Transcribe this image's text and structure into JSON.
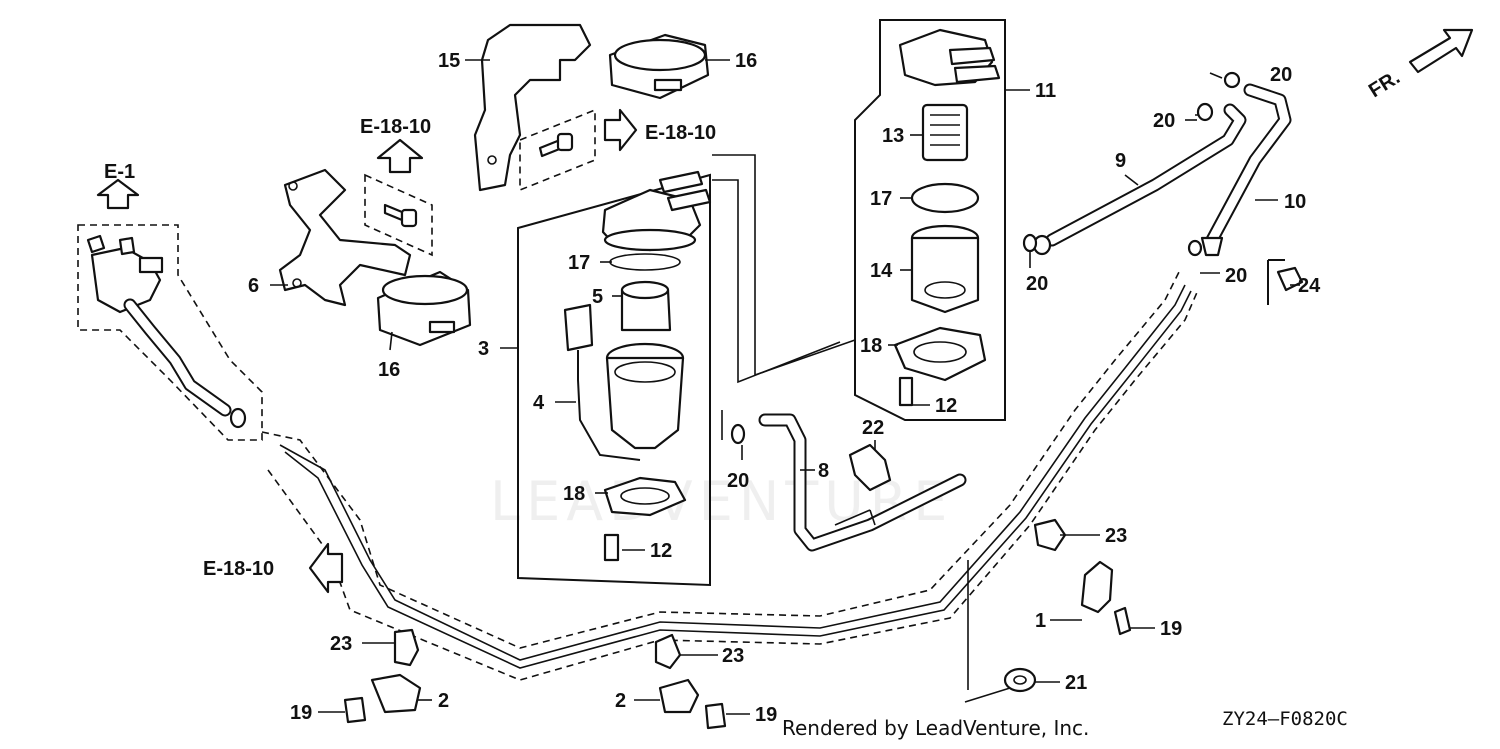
{
  "diagram": {
    "parts": [
      {
        "num": "1"
      },
      {
        "num": "2"
      },
      {
        "num": "2"
      },
      {
        "num": "3"
      },
      {
        "num": "4"
      },
      {
        "num": "5"
      },
      {
        "num": "6"
      },
      {
        "num": "8"
      },
      {
        "num": "9"
      },
      {
        "num": "10"
      },
      {
        "num": "11"
      },
      {
        "num": "12"
      },
      {
        "num": "12"
      },
      {
        "num": "13"
      },
      {
        "num": "14"
      },
      {
        "num": "15"
      },
      {
        "num": "16"
      },
      {
        "num": "16"
      },
      {
        "num": "17"
      },
      {
        "num": "17"
      },
      {
        "num": "18"
      },
      {
        "num": "18"
      },
      {
        "num": "19"
      },
      {
        "num": "19"
      },
      {
        "num": "19"
      },
      {
        "num": "20"
      },
      {
        "num": "20"
      },
      {
        "num": "20"
      },
      {
        "num": "20"
      },
      {
        "num": "20"
      },
      {
        "num": "21"
      },
      {
        "num": "22"
      },
      {
        "num": "23"
      },
      {
        "num": "23"
      },
      {
        "num": "23"
      },
      {
        "num": "24"
      }
    ],
    "refs": [
      "E-1",
      "E-18-10",
      "E-18-10",
      "E-18-10"
    ],
    "direction": "FR.",
    "code": "ZY24—F0820C",
    "rendered_by": "Rendered by LeadVenture, Inc.",
    "watermark": "LEADVENTURE"
  }
}
